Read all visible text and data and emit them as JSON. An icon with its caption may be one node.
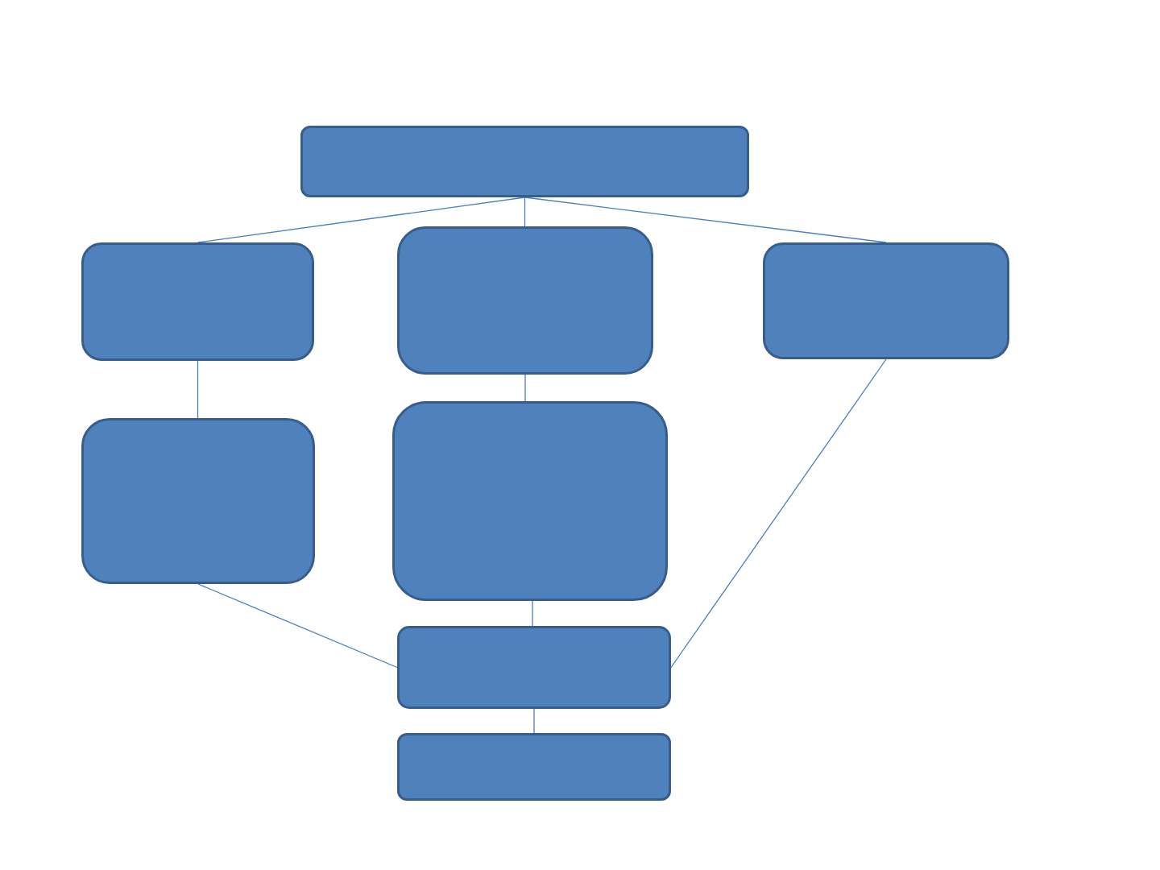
{
  "diagram": {
    "nodes": [
      {
        "text": [],
        "shape": "box"
      },
      {
        "text": [],
        "shape": "box"
      },
      {
        "text": [],
        "shape": "box"
      },
      {
        "text": [],
        "shape": "box"
      },
      {
        "text": [],
        "shape": "box"
      },
      {
        "text": [],
        "shape": "box"
      },
      {
        "text": [],
        "shape": "box"
      },
      {
        "text": [],
        "shape": "box"
      }
    ],
    "edges": [
      {
        "from": 0,
        "to": 1,
        "arrow": "none"
      },
      {
        "from": 0,
        "to": 2,
        "arrow": "none"
      },
      {
        "from": 0,
        "to": 3,
        "arrow": "none"
      },
      {
        "from": 1,
        "to": 4,
        "arrow": "none"
      },
      {
        "from": 2,
        "to": 5,
        "arrow": "none"
      },
      {
        "from": 4,
        "to": 6,
        "arrow": "none"
      },
      {
        "from": 5,
        "to": 6,
        "arrow": "none"
      },
      {
        "from": 3,
        "to": 6,
        "arrow": "none"
      },
      {
        "from": 6,
        "to": 7,
        "arrow": "none"
      }
    ]
  }
}
